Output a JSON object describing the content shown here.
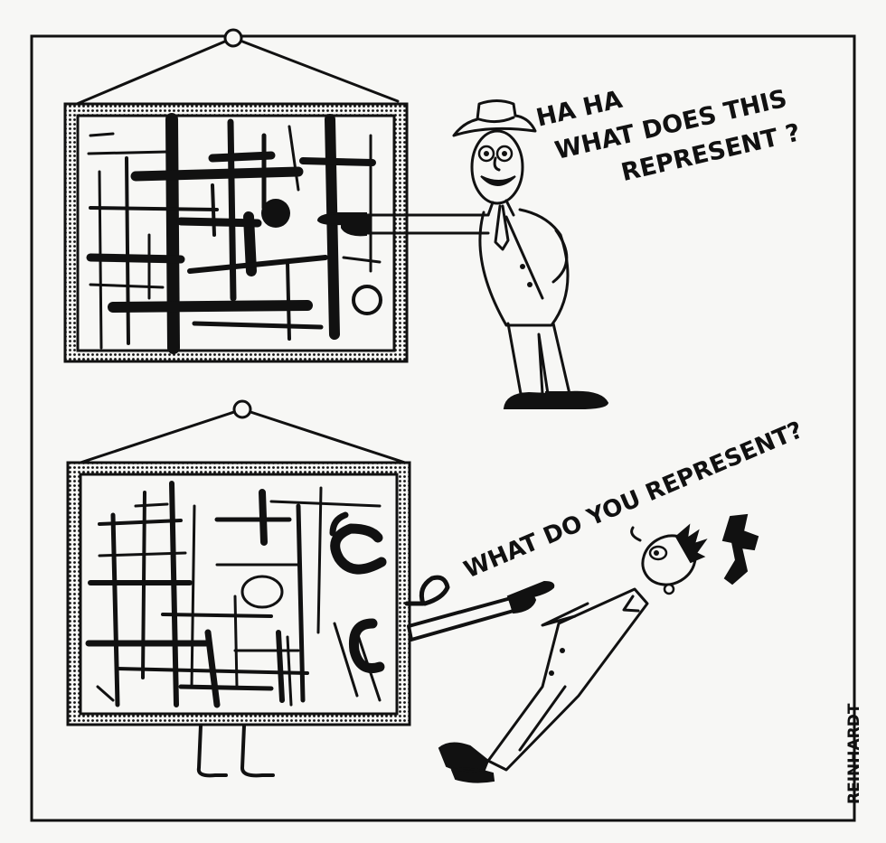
{
  "captions": {
    "top_line1": "HA HA",
    "top_line2": "WHAT DOES THIS",
    "top_line3": "REPRESENT ?",
    "bottom": "WHAT DO YOU REPRESENT?"
  },
  "signature": "REINHARDT",
  "colors": {
    "ink": "#111111",
    "paper": "#f7f7f5"
  }
}
